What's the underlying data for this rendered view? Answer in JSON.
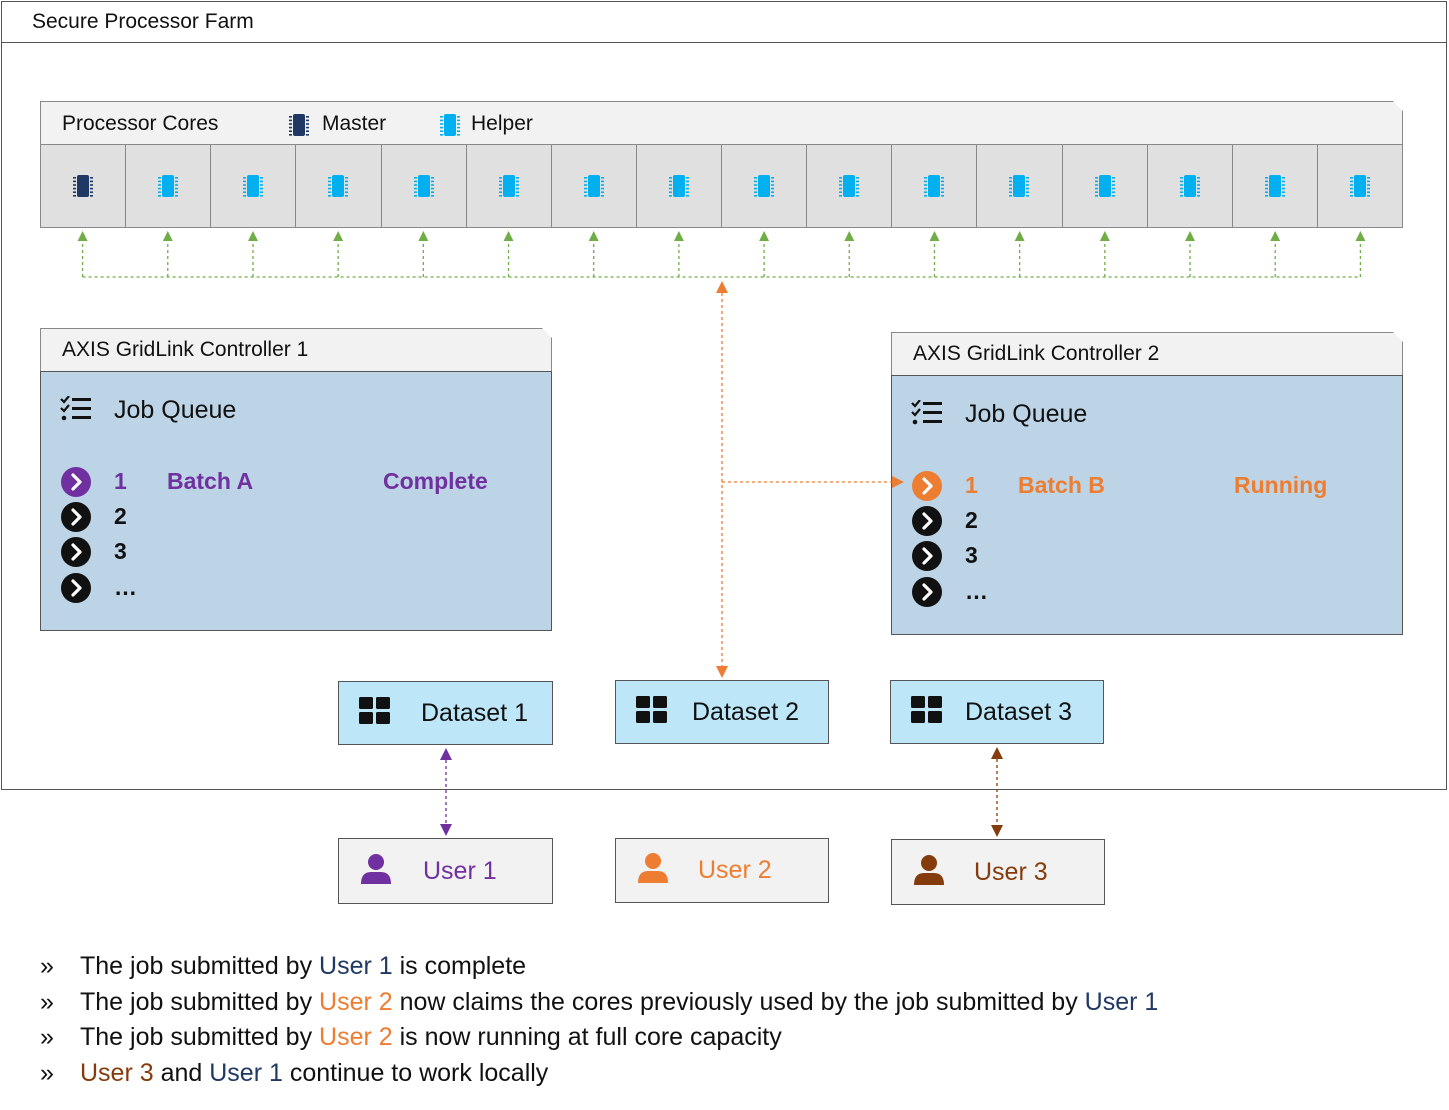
{
  "farm": {
    "title": "Secure Processor Farm"
  },
  "cores": {
    "title": "Processor Cores",
    "legend": [
      {
        "label": "Master",
        "icon": "chip-icon",
        "color": "#1f3864"
      },
      {
        "label": "Helper",
        "icon": "chip-icon",
        "color": "#00b0f0"
      }
    ],
    "cells": [
      "master",
      "helper",
      "helper",
      "helper",
      "helper",
      "helper",
      "helper",
      "helper",
      "helper",
      "helper",
      "helper",
      "helper",
      "helper",
      "helper",
      "helper",
      "helper"
    ]
  },
  "controllers": [
    {
      "title": "AXIS GridLink Controller 1",
      "queue_title": "Job Queue",
      "rows": [
        {
          "num": "1",
          "batch": "Batch A",
          "status": "Complete",
          "active": true,
          "color": "#7030a0"
        },
        {
          "num": "2",
          "batch": "",
          "status": "",
          "active": false
        },
        {
          "num": "3",
          "batch": "",
          "status": "",
          "active": false
        },
        {
          "num": "…",
          "batch": "",
          "status": "",
          "active": false
        }
      ]
    },
    {
      "title": "AXIS GridLink Controller 2",
      "queue_title": "Job Queue",
      "rows": [
        {
          "num": "1",
          "batch": "Batch B",
          "status": "Running",
          "active": true,
          "color": "#ed7d31"
        },
        {
          "num": "2",
          "batch": "",
          "status": "",
          "active": false
        },
        {
          "num": "3",
          "batch": "",
          "status": "",
          "active": false
        },
        {
          "num": "…",
          "batch": "",
          "status": "",
          "active": false
        }
      ]
    }
  ],
  "datasets": [
    "Dataset 1",
    "Dataset 2",
    "Dataset 3"
  ],
  "users": [
    {
      "label": "User 1",
      "color": "#7030a0"
    },
    {
      "label": "User 2",
      "color": "#ed7d31"
    },
    {
      "label": "User 3",
      "color": "#843c0c"
    }
  ],
  "colors": {
    "green_arrow": "#70ad47",
    "orange_arrow": "#ed7d31",
    "purple_arrow": "#7030a0",
    "brown_arrow": "#843c0c",
    "navy_text": "#203864"
  },
  "notes": [
    {
      "bullet": "»",
      "parts": [
        {
          "text": "The job submitted by "
        },
        {
          "text": "User 1",
          "color": "#203864"
        },
        {
          "text": " is complete"
        }
      ]
    },
    {
      "bullet": "»",
      "parts": [
        {
          "text": "The job submitted by "
        },
        {
          "text": "User 2",
          "color": "#ed7d31"
        },
        {
          "text": " now claims the cores previously used by the job submitted by "
        },
        {
          "text": "User 1",
          "color": "#203864"
        }
      ]
    },
    {
      "bullet": "»",
      "parts": [
        {
          "text": "The job submitted by "
        },
        {
          "text": "User 2",
          "color": "#ed7d31"
        },
        {
          "text": " is now running at full core capacity"
        }
      ]
    },
    {
      "bullet": "»",
      "parts": [
        {
          "text": "User 3",
          "color": "#843c0c"
        },
        {
          "text": " and "
        },
        {
          "text": "User 1",
          "color": "#203864"
        },
        {
          "text": " continue to work locally"
        }
      ]
    }
  ]
}
